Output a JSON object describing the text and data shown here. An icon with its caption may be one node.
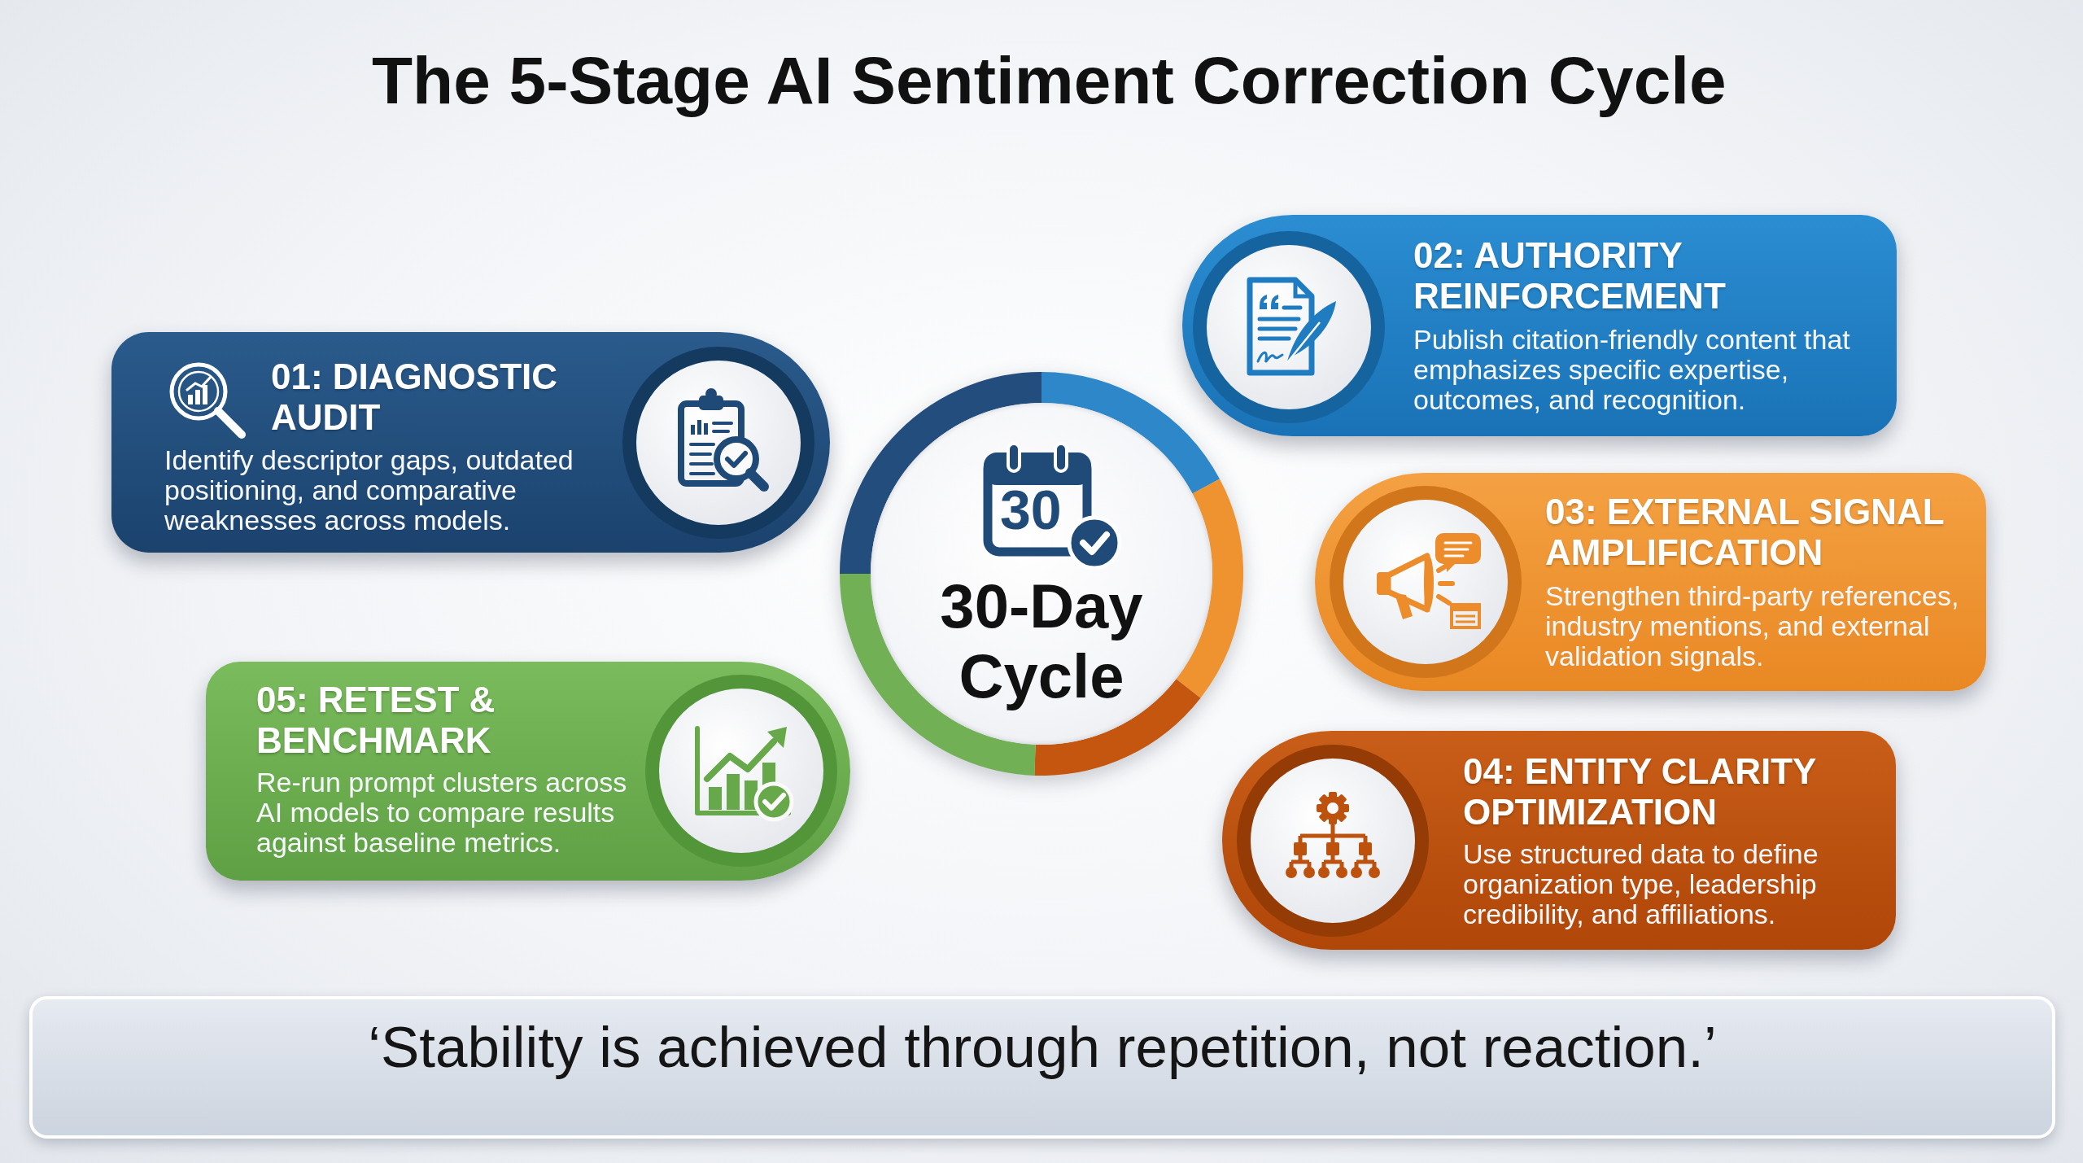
{
  "diagram": {
    "title": "The 5-Stage AI Sentiment Correction Cycle",
    "nodes": [
      {
        "text": [
          "01: DIAGNOSTIC AUDIT",
          "Identify descriptor gaps, outdated positioning, and comparative weaknesses across models."
        ]
      },
      {
        "text": [
          "02: AUTHORITY REINFORCEMENT",
          "Publish citation-friendly content that emphasizes specific expertise, outcomes, and recognition."
        ]
      },
      {
        "text": [
          "03: EXTERNAL SIGNAL AMPLIFICATION",
          "Strengthen third-party references, industry mentions, and external validation signals."
        ]
      },
      {
        "text": [
          "04: ENTITY CLARITY OPTIMIZATION",
          "Use structured data to define organization type, leadership credibility, and affiliations."
        ]
      },
      {
        "text": [
          "05: RETEST & BENCHMARK",
          "Re-run prompt clusters across AI models to compare results against baseline metrics."
        ]
      },
      {
        "text": [
          "30",
          "30-Day Cycle"
        ]
      },
      {
        "text": [
          "‘Stability is achieved through repetition, not reaction.’"
        ]
      }
    ]
  }
}
